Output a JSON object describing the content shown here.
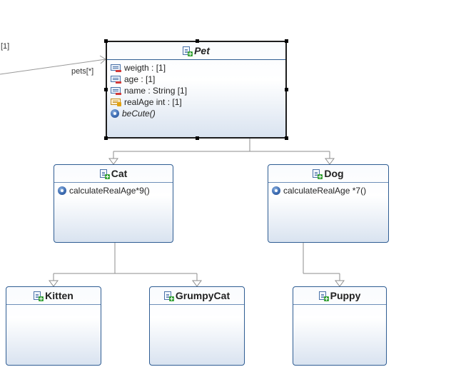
{
  "labels": {
    "left_multiplicity": "[1]",
    "pets_role": "pets[*]"
  },
  "classes": {
    "pet": {
      "name": "Pet",
      "attributes": [
        {
          "text": "weigth :  [1]",
          "icon": "attribute-icon"
        },
        {
          "text": "age :  [1]",
          "icon": "attribute-icon"
        },
        {
          "text": "name : String [1]",
          "icon": "attribute-icon"
        },
        {
          "text": "realAge int :  [1]",
          "icon": "derived-attribute-icon"
        }
      ],
      "operations": [
        {
          "text": "beCute()",
          "icon": "operation-icon"
        }
      ]
    },
    "cat": {
      "name": "Cat",
      "operations": [
        {
          "text": "calculateRealAge*9()",
          "icon": "operation-icon"
        }
      ]
    },
    "dog": {
      "name": "Dog",
      "operations": [
        {
          "text": "calculateRealAge *7()",
          "icon": "operation-icon"
        }
      ]
    },
    "kitten": {
      "name": "Kitten"
    },
    "grumpycat": {
      "name": "GrumpyCat"
    },
    "puppy": {
      "name": "Puppy"
    }
  },
  "colors": {
    "class_border": "#2f5d93",
    "connector": "#8e8e8e",
    "selection": "#1d1d1d"
  }
}
